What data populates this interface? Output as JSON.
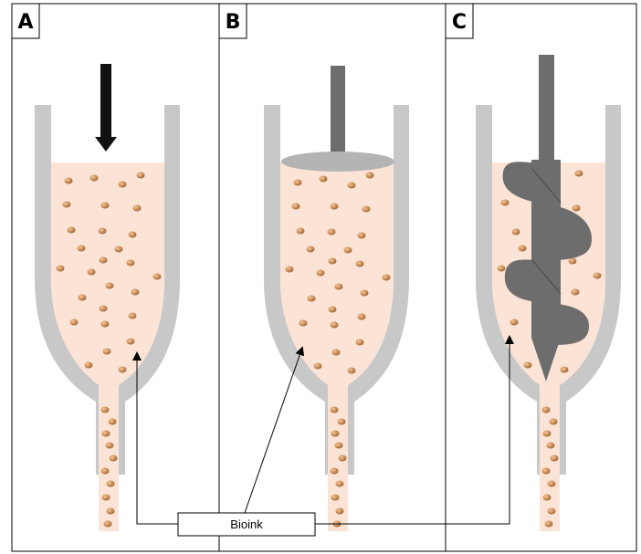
{
  "panels": [
    {
      "label": "A",
      "mechanism": "pneumatic"
    },
    {
      "label": "B",
      "mechanism": "piston"
    },
    {
      "label": "C",
      "mechanism": "screw"
    }
  ],
  "callout": {
    "label": "Bioink"
  },
  "colors": {
    "syringe_wall": "#c8c8c8",
    "bioink": "#fbe4d6",
    "cell": "#c98c55",
    "plunger": "#6e6d6d",
    "plunger_head": "#b4b4b4",
    "arrow": "#111111",
    "frame": "#000000"
  },
  "icons": {
    "A": "down-arrow-icon",
    "B": "piston-plunger-icon",
    "C": "screw-auger-icon"
  }
}
